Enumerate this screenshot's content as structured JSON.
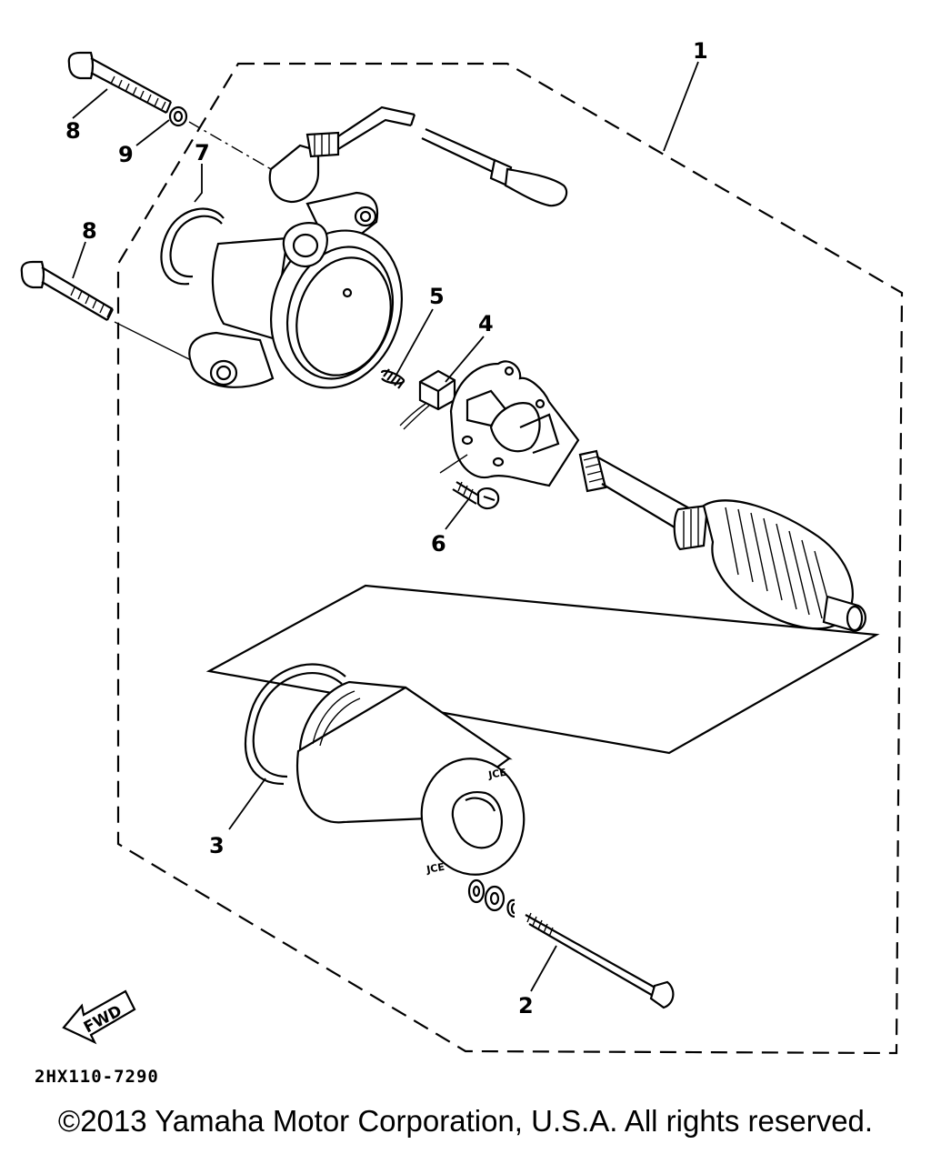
{
  "diagram": {
    "callouts": [
      {
        "id": "1",
        "text": "1"
      },
      {
        "id": "2",
        "text": "2"
      },
      {
        "id": "3",
        "text": "3"
      },
      {
        "id": "4",
        "text": "4"
      },
      {
        "id": "5",
        "text": "5"
      },
      {
        "id": "6",
        "text": "6"
      },
      {
        "id": "7",
        "text": "7"
      },
      {
        "id": "8a",
        "text": "8"
      },
      {
        "id": "8b",
        "text": "8"
      },
      {
        "id": "9",
        "text": "9"
      }
    ],
    "fwd_label": "FWD",
    "drawing_code": "2HX110-7290",
    "copyright": "©2013 Yamaha Motor Corporation, U.S.A. All rights reserved.",
    "colors": {
      "ink": "#000000",
      "paper": "#ffffff"
    }
  }
}
